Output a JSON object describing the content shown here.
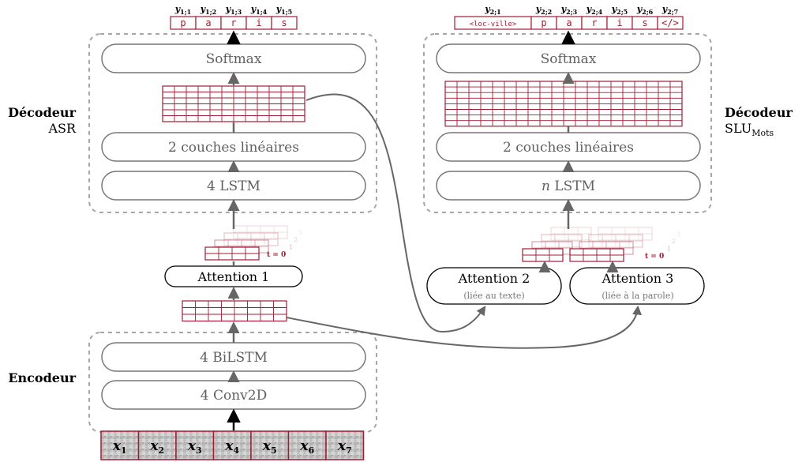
{
  "labels": {
    "decoder_asr_line1": "Décodeur",
    "decoder_asr_line2": "ASR",
    "decoder_slu_line1": "Décodeur",
    "decoder_slu_line2": "SLU",
    "decoder_slu_sub": "Mots",
    "encoder": "Encodeur"
  },
  "asr_decoder": {
    "softmax": "Softmax",
    "linear": "2 couches linéaires",
    "lstm": "4 LSTM"
  },
  "slu_decoder": {
    "softmax": "Softmax",
    "linear": "2 couches linéaires",
    "lstm_n": "n",
    "lstm_rest": " LSTM"
  },
  "encoder": {
    "bilstm": "4 BiLSTM",
    "conv": "4 Conv2D"
  },
  "attention": {
    "a1": "Attention 1",
    "a2": "Attention 2",
    "a2_sub": "(liée au texte)",
    "a3": "Attention 3",
    "a3_sub": "(liée à la parole)",
    "t_label": "t = 0",
    "t1": "1",
    "t2": "2",
    "t3": "3"
  },
  "asr_outputs": [
    {
      "sym": "y",
      "sub": "1;1",
      "token": "p"
    },
    {
      "sym": "y",
      "sub": "1;2",
      "token": "a"
    },
    {
      "sym": "y",
      "sub": "1;3",
      "token": "r"
    },
    {
      "sym": "y",
      "sub": "1;4",
      "token": "i"
    },
    {
      "sym": "y",
      "sub": "1;5",
      "token": "s"
    }
  ],
  "slu_outputs": [
    {
      "sym": "y",
      "sub": "2;1",
      "token": "<loc-ville>"
    },
    {
      "sym": "y",
      "sub": "2;2",
      "token": "p"
    },
    {
      "sym": "y",
      "sub": "2;3",
      "token": "a"
    },
    {
      "sym": "y",
      "sub": "2;4",
      "token": "r"
    },
    {
      "sym": "y",
      "sub": "2;5",
      "token": "i"
    },
    {
      "sym": "y",
      "sub": "2;6",
      "token": "s"
    },
    {
      "sym": "y",
      "sub": "2;7",
      "token": "</>"
    }
  ],
  "inputs": [
    {
      "sym": "x",
      "sub": "1"
    },
    {
      "sym": "x",
      "sub": "2"
    },
    {
      "sym": "x",
      "sub": "3"
    },
    {
      "sym": "x",
      "sub": "4"
    },
    {
      "sym": "x",
      "sub": "5"
    },
    {
      "sym": "x",
      "sub": "6"
    },
    {
      "sym": "x",
      "sub": "7"
    }
  ],
  "colors": {
    "accent": "#a01c32",
    "box_text": "#606060",
    "dash": "#a6a6a6",
    "arrow": "#666666"
  }
}
